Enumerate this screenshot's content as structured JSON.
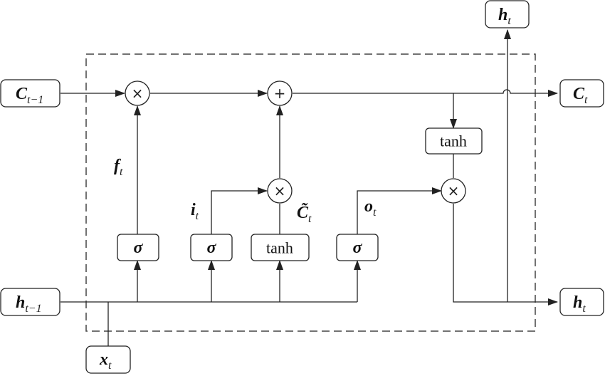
{
  "diagram": {
    "type": "LSTM cell",
    "inputs": {
      "c_prev": {
        "main": "C",
        "sub": "t−1"
      },
      "h_prev": {
        "main": "h",
        "sub": "t−1"
      },
      "x": {
        "main": "x",
        "sub": "t"
      }
    },
    "outputs": {
      "c_out": {
        "main": "C",
        "sub": "t"
      },
      "h_out_right": {
        "main": "h",
        "sub": "t"
      },
      "h_out_top": {
        "main": "h",
        "sub": "t"
      }
    },
    "gates": {
      "forget": {
        "fn": "σ"
      },
      "input": {
        "fn": "σ"
      },
      "candidate": {
        "fn": "tanh"
      },
      "output": {
        "fn": "σ"
      },
      "cell_tanh": {
        "fn": "tanh"
      }
    },
    "operators": {
      "mul": "×",
      "add": "+"
    },
    "labels": {
      "f": {
        "main": "f",
        "sub": "t"
      },
      "i": {
        "main": "i",
        "sub": "t"
      },
      "c_tilde": {
        "main": "C̃",
        "sub": "t"
      },
      "o": {
        "main": "o",
        "sub": "t"
      }
    }
  }
}
